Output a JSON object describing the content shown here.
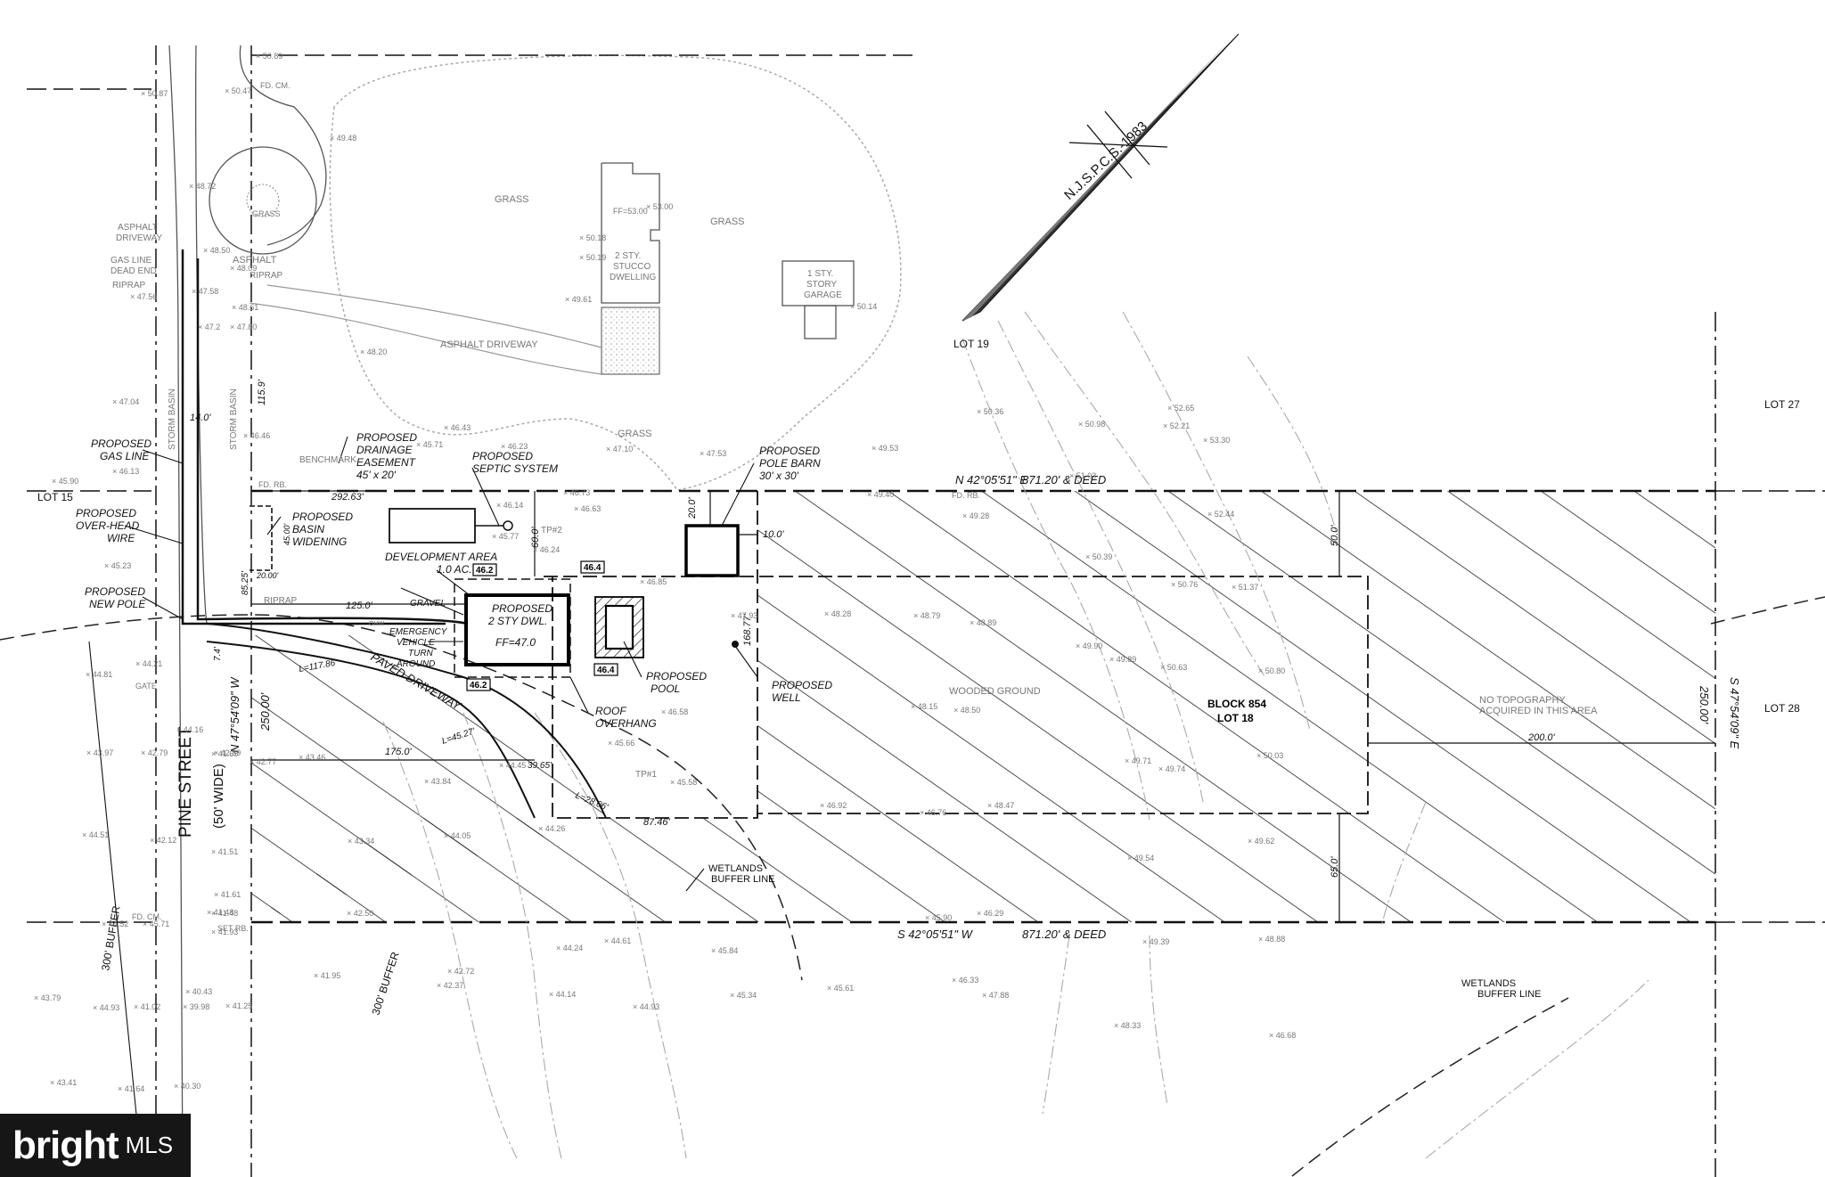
{
  "header": {
    "north_arrow": "N.J.S.P.C.S.-1983"
  },
  "lots": {
    "lot19": "LOT 19",
    "lot27": "LOT 27",
    "lot15": "LOT 15",
    "lot28": "LOT 28",
    "block": "BLOCK 854",
    "lot18": "LOT 18"
  },
  "street": {
    "name": "PINE STREET",
    "width": "(50' WIDE)"
  },
  "bearings": {
    "north": "N 42°05'51\" E",
    "north_dist": "871.20' & DEED",
    "south": "S 42°05'51\" W",
    "south_dist": "871.20' & DEED",
    "west": "N 47°54'09\" W",
    "west_dist": "250.00'",
    "east": "S 47°54'09\" E",
    "east_dist": "250.00'"
  },
  "proposed": {
    "gas_line": [
      "PROPOSED",
      "GAS LINE"
    ],
    "overhead": [
      "PROPOSED",
      "OVER-HEAD",
      "WIRE"
    ],
    "new_pole": [
      "PROPOSED",
      "NEW POLE"
    ],
    "drainage": [
      "PROPOSED",
      "DRAINAGE",
      "EASEMENT",
      "45' x 20'"
    ],
    "septic": [
      "PROPOSED",
      "SEPTIC SYSTEM"
    ],
    "basin": [
      "PROPOSED",
      "BASIN",
      "WIDENING"
    ],
    "pole_barn": [
      "PROPOSED",
      "POLE BARN",
      "30' x 30'"
    ],
    "dev_area": [
      "DEVELOPMENT AREA",
      "1.0 AC."
    ],
    "dwelling": [
      "PROPOSED",
      "2 STY DWL.",
      "FF=47.0"
    ],
    "pool": [
      "PROPOSED",
      "POOL"
    ],
    "well": [
      "PROPOSED",
      "WELL"
    ],
    "roof": [
      "ROOF",
      "OVERHANG"
    ],
    "emergency": [
      "EMERGENCY",
      "VEHICLE",
      "TURN",
      "AROUND"
    ],
    "gravel": "GRAVEL",
    "paved": "PAVED DRIVEWAY"
  },
  "existing": {
    "grass1": "GRASS",
    "grass2": "GRASS",
    "grass3": "GRASS",
    "grass4": "GRASS",
    "asphalt_drive": "ASPHALT DRIVEWAY",
    "asphalt": "ASPHALT",
    "asphalt_left": [
      "ASPHALT",
      "DRIVEWAY"
    ],
    "gas_dead": [
      "GAS LINE",
      "DEAD END"
    ],
    "riprap1": "RIPRAP",
    "riprap2": "RIPRAP",
    "riprap3": "RIPRAP",
    "dwelling": [
      "2 STY.",
      "STUCCO",
      "DWELLING"
    ],
    "dwelling_ff": "FF=53.00",
    "garage": [
      "1 STY.",
      "STORY",
      "GARAGE"
    ],
    "benchmark": "BENCHMARK",
    "storm_basin1": "STORM BASIN",
    "storm_basin2": "STORM BASIN",
    "wooded": "WOODED GROUND",
    "no_topo": [
      "NO TOPOGRAPHY",
      "ACQUIRED IN THIS AREA"
    ],
    "wetlands1": [
      "WETLANDS",
      "BUFFER LINE"
    ],
    "wetlands2": [
      "WETLANDS",
      "BUFFER LINE"
    ],
    "buffer1": "300' BUFFER",
    "buffer2": "300' BUFFER",
    "gate": "GATE",
    "fd_cm1": "FD. CM.",
    "fd_cm2": "FD. CM.",
    "fd_rb1": "FD. RB.",
    "fd_rb2": "FD. RB.",
    "set_rb": "SET RB.",
    "ohw": "OHW",
    "tp2": "TP#2",
    "tp1": "TP#1"
  },
  "dimensions": {
    "d14": "14.0'",
    "d292": "292.63'",
    "d45": "45.00'",
    "d20": "20.00'",
    "d125": "125.0'",
    "d175": "175.0'",
    "d60": "60.0'",
    "d20b": "20.0'",
    "d10": "10.0'",
    "d50": "50.0'",
    "d65": "65.0'",
    "d200": "200.0'",
    "d168": "168.77'",
    "d87": "87.46'",
    "d115": "115.9'",
    "l1": "L=117.86'",
    "l2": "L=45.27'",
    "l3": "L=28.06'",
    "d39": "39.65'",
    "d85": "85.25'",
    "d7": "7.4'"
  },
  "elev_boxes": [
    "46.2",
    "46.4",
    "46.4",
    "46.2"
  ],
  "spot_elevations": [
    "50.89",
    "50.47",
    "50.87",
    "49.48",
    "48.72",
    "48.50",
    "48.09",
    "47.58",
    "47.56",
    "47.2",
    "47.80",
    "48.61",
    "48.20",
    "47.04",
    "46.13",
    "45.90",
    "45.23",
    "44.81",
    "44.21",
    "43.97",
    "42.79",
    "42.77",
    "43.46",
    "44.16",
    "43.84",
    "43.34",
    "44.05",
    "44.26",
    "45.66",
    "46.58",
    "45.58",
    "44.45",
    "45.71",
    "46.43",
    "46.23",
    "47.10",
    "47.53",
    "46.73",
    "46.63",
    "46.14",
    "45.77",
    "46.24",
    "46.85",
    "47.93",
    "48.28",
    "48.15",
    "48.50",
    "48.79",
    "48.89",
    "49.28",
    "49.40",
    "49.53",
    "50.36",
    "50.98",
    "51.03",
    "52.65",
    "52.21",
    "53.30",
    "52.44",
    "50.39",
    "50.76",
    "51.37",
    "50.63",
    "50.80",
    "49.90",
    "49.89",
    "49.71",
    "49.74",
    "50.03",
    "49.62",
    "49.54",
    "48.47",
    "46.76",
    "46.92",
    "46.29",
    "45.90",
    "45.84",
    "44.61",
    "44.24",
    "44.14",
    "44.93",
    "45.34",
    "45.61",
    "46.33",
    "47.88",
    "48.88",
    "49.39",
    "48.33",
    "46.68",
    "43.79",
    "44.93",
    "43.41",
    "41.64",
    "40.30",
    "41.02",
    "39.98",
    "40.43",
    "41.25",
    "41.95",
    "42.37",
    "42.72",
    "41.61",
    "41.48",
    "41.51",
    "41.65",
    "42.12",
    "42.50",
    "44.52",
    "45.71",
    "41.48",
    "41.93",
    "42.89",
    "44.51",
    "46.46",
    "49.61",
    "50.18",
    "50.19",
    "50.14",
    "53.00"
  ]
}
